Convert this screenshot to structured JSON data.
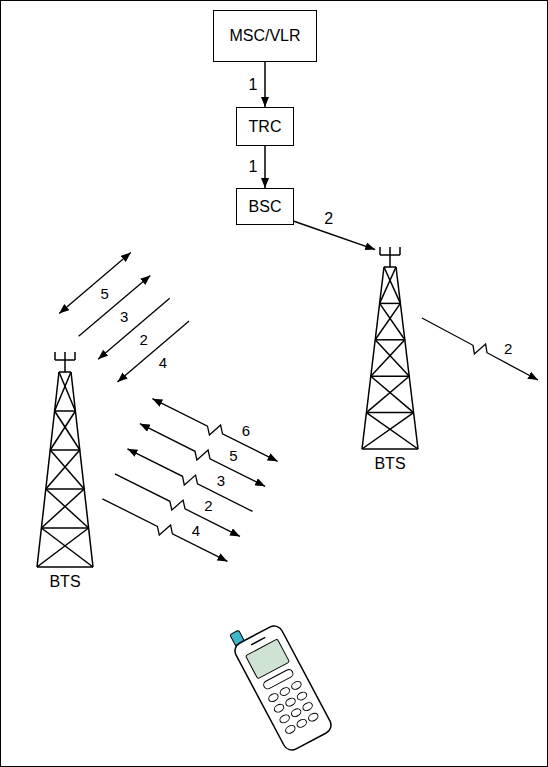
{
  "diagram": {
    "nodes": [
      {
        "text": [
          "MSC/VLR"
        ]
      },
      {
        "text": [
          "TRC"
        ]
      },
      {
        "text": [
          "BSC"
        ]
      },
      {
        "text": [
          "BTS"
        ]
      },
      {
        "text": [
          "BTS"
        ]
      }
    ],
    "edges": [
      {
        "from": 0,
        "to": 1,
        "arrow": "to",
        "label": "1"
      },
      {
        "from": 1,
        "to": 2,
        "arrow": "to",
        "label": "1"
      },
      {
        "from": 2,
        "to": 3,
        "arrow": "to",
        "label": "2"
      }
    ],
    "labels": [
      "2",
      "5",
      "3",
      "2",
      "4",
      "6",
      "5",
      "3",
      "2",
      "4"
    ]
  }
}
